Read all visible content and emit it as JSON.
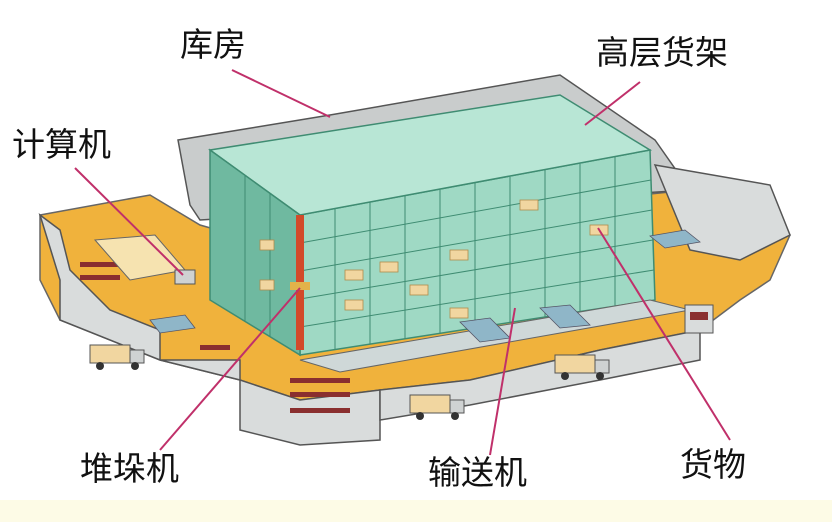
{
  "labels": {
    "warehouse": "库房",
    "high_racks": "高层货架",
    "computer": "计算机",
    "stacker": "堆垛机",
    "conveyor": "输送机",
    "goods": "货物"
  },
  "colors": {
    "leader_line": "#c0306a",
    "rack_green": "#9fd9c4",
    "rack_dark": "#6fb9a0",
    "floor_orange": "#f0b23c",
    "wall_grey": "#d9dcdc",
    "roof_grey": "#c9cccc",
    "box_tan": "#f1d6a0",
    "footer_band": "#fdfbe6"
  },
  "icons": [
    "truck-icon",
    "guard-booth-icon",
    "computer-terminal-icon"
  ]
}
